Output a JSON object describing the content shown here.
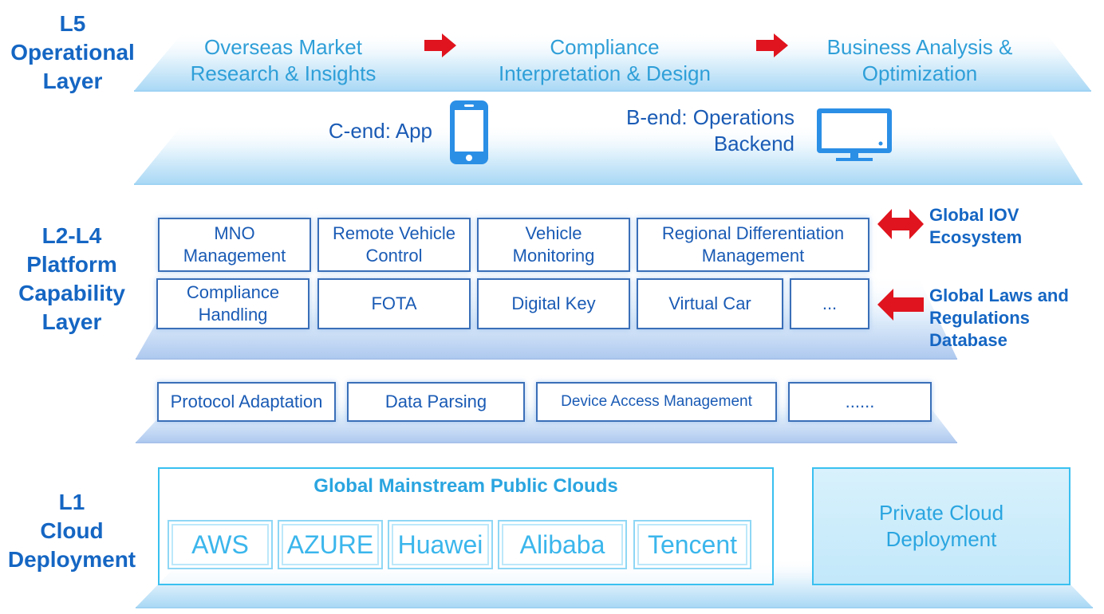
{
  "layers": {
    "l5": [
      "L5",
      "Operational",
      "Layer"
    ],
    "l2l4": [
      "L2-L4",
      "Platform",
      "Capability",
      "Layer"
    ],
    "l1": [
      "L1",
      "Cloud",
      "Deployment"
    ]
  },
  "operational_flow": [
    [
      "Overseas Market",
      "Research & Insights"
    ],
    [
      "Compliance",
      "Interpretation & Design"
    ],
    [
      "Business Analysis &",
      "Optimization"
    ]
  ],
  "ends": {
    "c_end": "C-end: App",
    "b_end": [
      "B-end: Operations",
      "Backend"
    ]
  },
  "capabilities_row1": [
    [
      "MNO",
      "Management"
    ],
    [
      "Remote Vehicle",
      "Control"
    ],
    [
      "Vehicle",
      "Monitoring"
    ],
    [
      "Regional Differentiation",
      "Management"
    ]
  ],
  "capabilities_row2": [
    [
      "Compliance",
      "Handling"
    ],
    [
      "FOTA"
    ],
    [
      "Digital Key"
    ],
    [
      "Virtual Car"
    ],
    [
      "..."
    ]
  ],
  "side_labels": {
    "ecosystem": [
      "Global IOV",
      "Ecosystem"
    ],
    "laws": [
      "Global Laws and",
      "Regulations",
      "Database"
    ]
  },
  "access_row": [
    "Protocol Adaptation",
    "Data Parsing",
    "Device Access Management",
    "......"
  ],
  "cloud": {
    "public_title": "Global Mainstream Public Clouds",
    "vendors": [
      "AWS",
      "AZURE",
      "Huawei",
      "Alibaba",
      "Tencent"
    ],
    "private": [
      "Private Cloud",
      "Deployment"
    ]
  },
  "colors": {
    "title_blue": "#1566c3",
    "flow_cyan": "#2f9fd8",
    "arrow_red": "#e0141e",
    "icon_blue": "#2b8fe6"
  }
}
